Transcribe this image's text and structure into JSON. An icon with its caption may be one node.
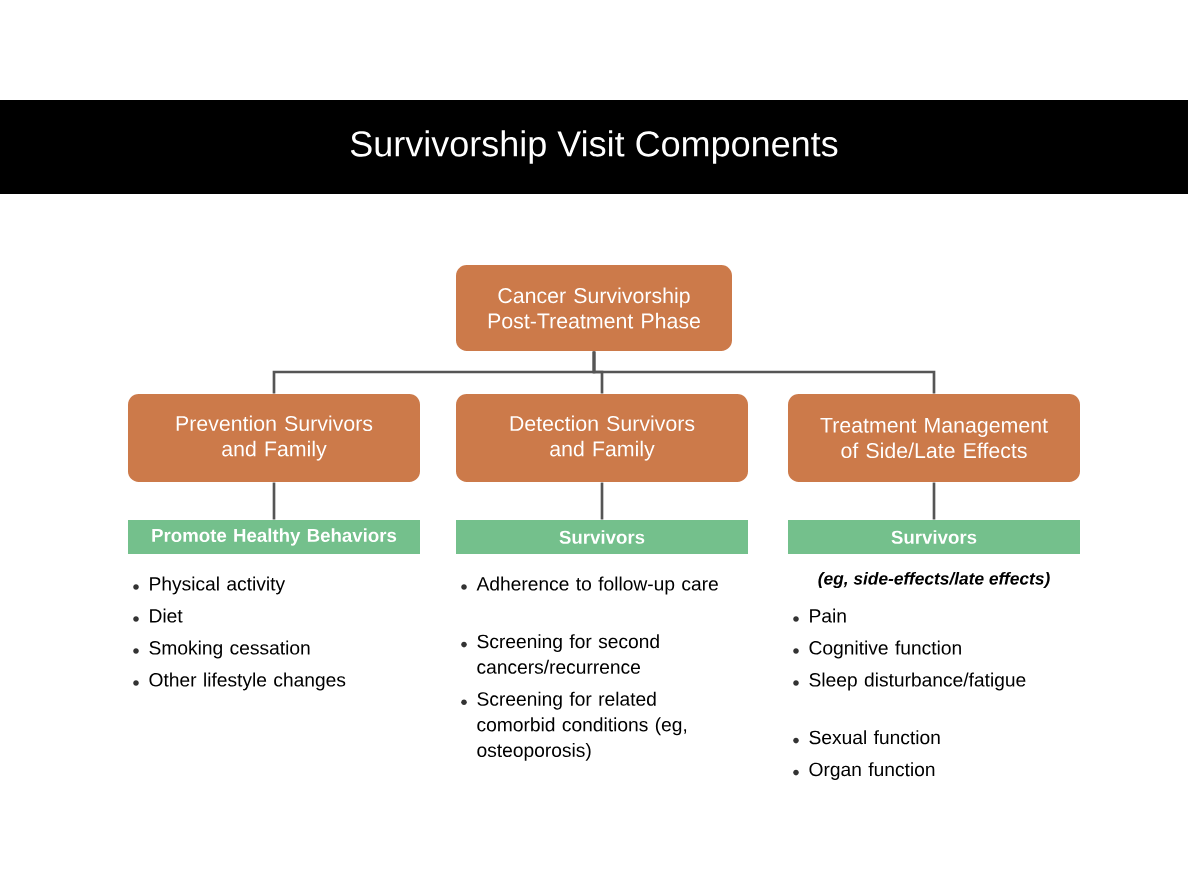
{
  "diagram": {
    "title": "Survivorship Visit Components",
    "nodes": [
      {
        "text": [
          "Cancer Survivorship Post-Treatment Phase"
        ]
      },
      {
        "text": [
          "Prevention Survivors and Family"
        ]
      },
      {
        "text": [
          "Detection Survivors and Family"
        ]
      },
      {
        "text": [
          "Treatment Management of Side/Late Effects"
        ]
      },
      {
        "text": [
          "Promote Healthy Behaviors"
        ],
        "beside": [
          "Physical activity",
          "Diet",
          "Smoking cessation",
          "Other lifestyle changes"
        ]
      },
      {
        "text": [
          "Survivors"
        ],
        "beside": [
          "Adherence to follow-up care",
          "Screening for second cancers/recurrence",
          "Screening for related comorbid conditions (eg, osteoporosis)"
        ]
      },
      {
        "text": [
          "Survivors"
        ],
        "beside": [
          "(eg, side-effects/late effects)",
          "Pain",
          "Cognitive function",
          "Sleep disturbance/fatigue",
          "Sexual function",
          "Organ function"
        ]
      }
    ],
    "edges": [
      {
        "from": 0,
        "to": 1,
        "arrow": "none"
      },
      {
        "from": 0,
        "to": 2,
        "arrow": "none"
      },
      {
        "from": 0,
        "to": 3,
        "arrow": "none"
      },
      {
        "from": 1,
        "to": 4,
        "arrow": "none"
      },
      {
        "from": 2,
        "to": 5,
        "arrow": "none"
      },
      {
        "from": 3,
        "to": 6,
        "arrow": "none"
      }
    ]
  }
}
